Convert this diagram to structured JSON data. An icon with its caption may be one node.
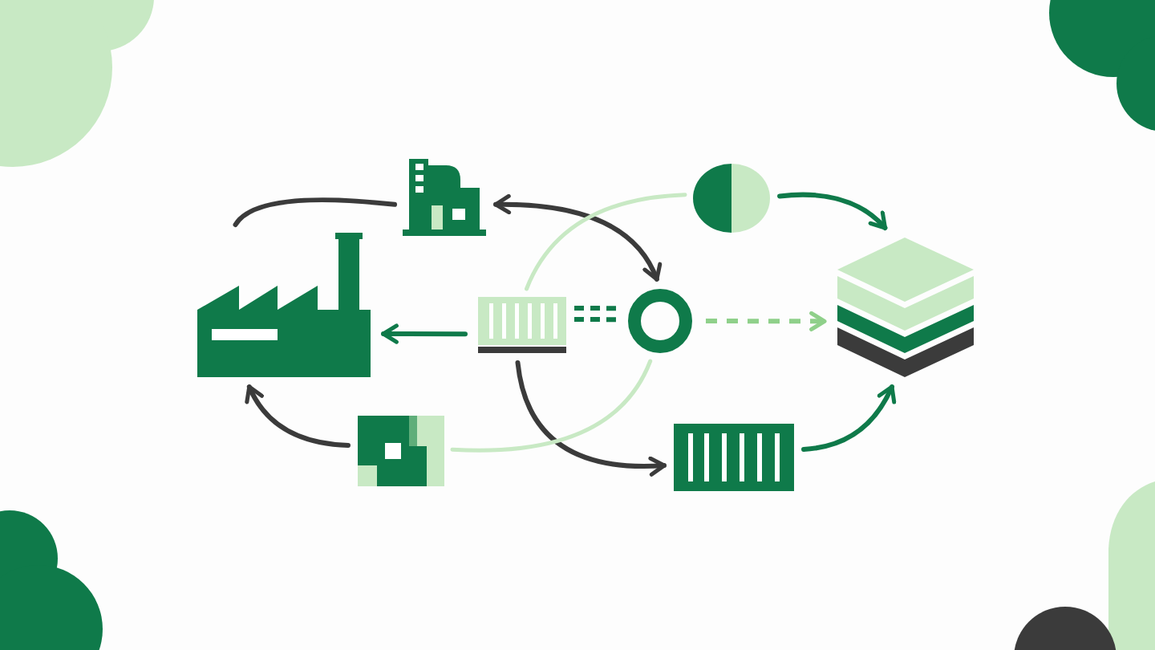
{
  "diagram": {
    "nodes": [
      {
        "text": [],
        "shape": "picture"
      },
      {
        "text": [],
        "shape": "picture"
      },
      {
        "text": [],
        "shape": "circle"
      },
      {
        "text": [],
        "shape": "picture"
      },
      {
        "text": [],
        "shape": "picture"
      },
      {
        "text": [],
        "shape": "circle"
      },
      {
        "text": [],
        "shape": "picture"
      },
      {
        "text": [],
        "shape": "picture"
      }
    ],
    "edges": [
      {
        "from": 1,
        "to": 0,
        "arrow": "none"
      },
      {
        "from": 1,
        "to": 5,
        "arrow": "both"
      },
      {
        "from": 2,
        "to": 3,
        "arrow": "to",
        "color": "#0f7a4a"
      },
      {
        "from": 4,
        "to": 0,
        "arrow": "to",
        "color": "#0f7a4a"
      },
      {
        "from": 4,
        "to": 5,
        "arrow": "none",
        "style": "dashed",
        "color": "#0f7a4a"
      },
      {
        "from": 5,
        "to": 3,
        "arrow": "to",
        "style": "dashed",
        "color": "#8fd08a"
      },
      {
        "from": 4,
        "to": 7,
        "arrow": "to"
      },
      {
        "from": 6,
        "to": 0,
        "arrow": "to"
      },
      {
        "from": 7,
        "to": 3,
        "arrow": "to",
        "color": "#0f7a4a"
      },
      {
        "from": 2,
        "to": 4,
        "arrow": "none",
        "color": "#c8e9c4"
      },
      {
        "from": 5,
        "to": 6,
        "arrow": "none",
        "color": "#c8e9c4"
      }
    ]
  }
}
